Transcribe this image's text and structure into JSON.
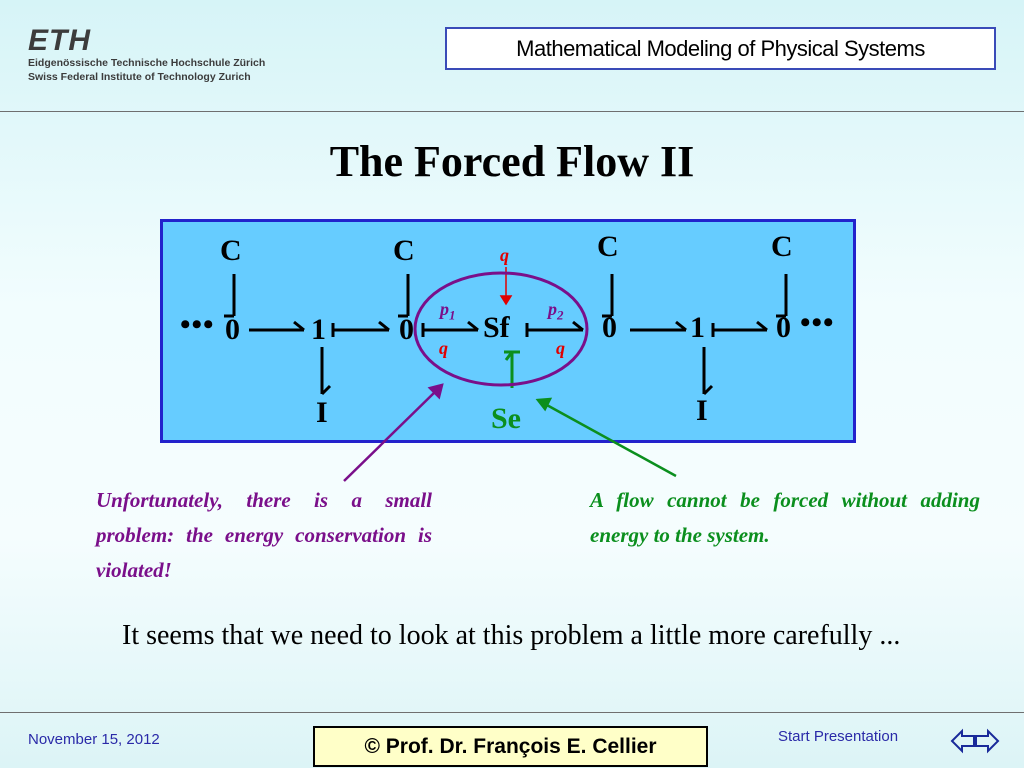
{
  "logo": {
    "name": "ETH",
    "line1": "Eidgenössische Technische Hochschule Zürich",
    "line2": "Swiss Federal Institute of Technology Zurich"
  },
  "header": {
    "course": "Mathematical Modeling of Physical Systems"
  },
  "title": "The Forced Flow II",
  "diagram": {
    "left_dots": "•••",
    "right_dots": "•••",
    "junctions": [
      "0",
      "1",
      "0",
      "Sf",
      "0",
      "1",
      "0"
    ],
    "capacitors": [
      "C",
      "C",
      "C",
      "C"
    ],
    "inertias": [
      "I",
      "I"
    ],
    "source_effort": "Se",
    "flow_label": "q",
    "p1": "p",
    "p1_sub": "1",
    "p2": "p",
    "p2_sub": "2",
    "colors": {
      "background": "#66ccff",
      "border": "#2222cc",
      "purple": "#7a0f8a",
      "green": "#0b8f1e",
      "red": "#e00000"
    }
  },
  "notes": {
    "left": "Unfortunately, there is a small problem: the energy conservation is violated!",
    "right": "A flow cannot be forced without adding energy to the system."
  },
  "body": "It seems that we need to look at this problem a little more carefully ...",
  "footer": {
    "date": "November 15, 2012",
    "copyright": "©  Prof. Dr. François E. Cellier",
    "start": "Start Presentation",
    "prev_icon": "arrow-left-icon",
    "next_icon": "arrow-right-icon"
  }
}
